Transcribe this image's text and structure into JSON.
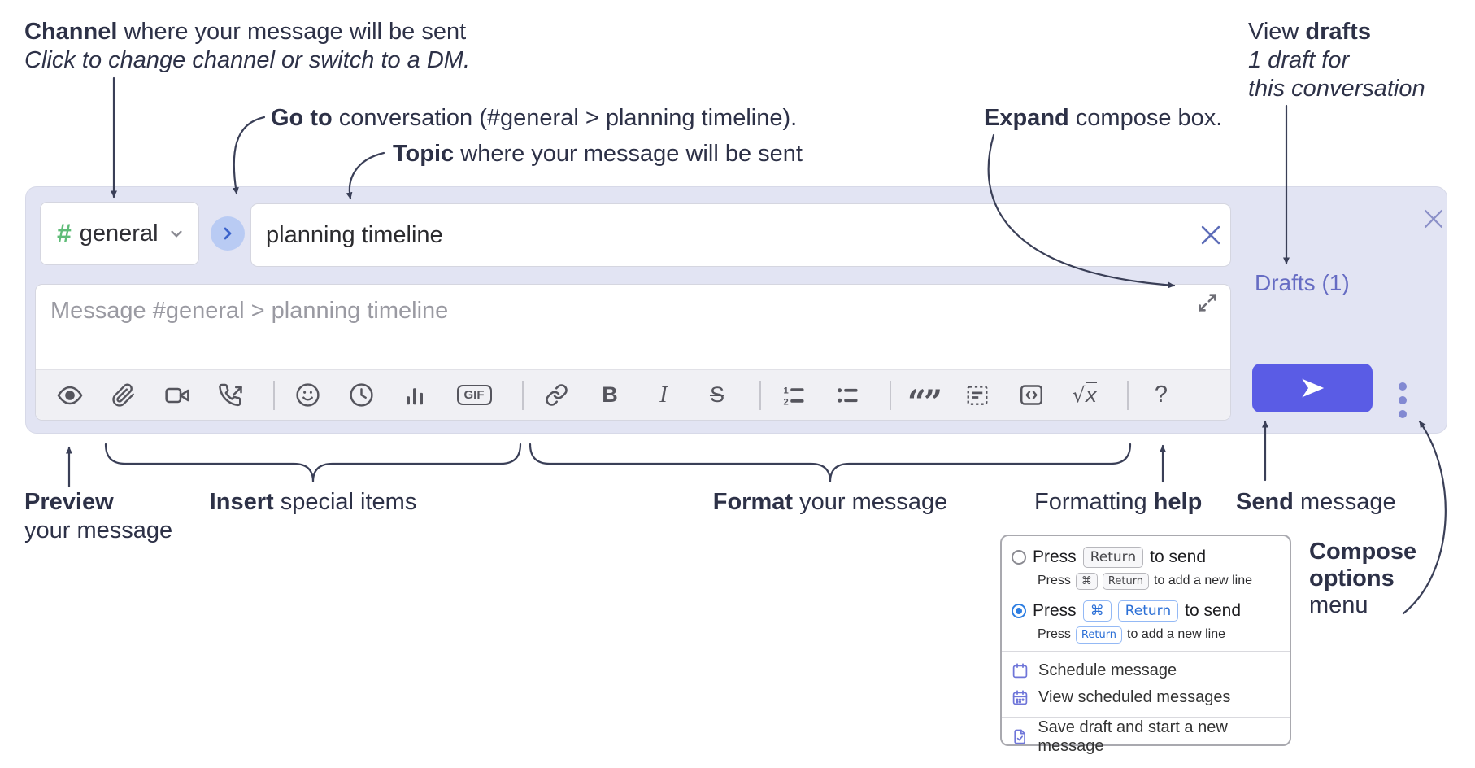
{
  "annotations": {
    "channel": {
      "bold": "Channel",
      "rest": " where your message will be sent",
      "line2": "Click to change channel or switch to a DM."
    },
    "goto": {
      "bold": "Go to",
      "rest": " conversation (#general > planning timeline)."
    },
    "topic": {
      "bold": "Topic",
      "rest": " where your message will be sent"
    },
    "expand": {
      "bold": "Expand",
      "rest": " compose box."
    },
    "view_drafts": {
      "pre": "View ",
      "bold": "drafts",
      "line2": "1 draft for",
      "line3": "this conversation"
    },
    "preview": {
      "bold": "Preview",
      "line2": "your message"
    },
    "insert": {
      "bold": "Insert",
      "rest": " special items"
    },
    "format": {
      "bold": "Format",
      "rest": " your message"
    },
    "formatting_help": {
      "pre": "Formatting ",
      "bold": "help"
    },
    "send": {
      "bold": "Send",
      "rest": " message"
    },
    "compose_options": {
      "line1": "Compose",
      "line2": "options",
      "line3": "menu"
    }
  },
  "compose": {
    "hash": "#",
    "channel": "general",
    "topic_value": "planning timeline",
    "placeholder": "Message #general > planning timeline",
    "drafts_link": "Drafts (1)"
  },
  "glyphs": {
    "bold": "B",
    "italic": "I",
    "strike": "S",
    "gif": "GIF",
    "quote": "“”",
    "math_root": "√",
    "math_x": "x",
    "help": "?"
  },
  "popup": {
    "opt1": {
      "press": "Press",
      "kbd1": "Return",
      "tail": "to send",
      "sub_press": "Press",
      "sub_kbd1": "⌘",
      "sub_kbd2": "Return",
      "sub_tail": "to add a new line"
    },
    "opt2": {
      "press": "Press",
      "kbd1": "⌘",
      "kbd2": "Return",
      "tail": "to send",
      "sub_press": "Press",
      "sub_kbd1": "Return",
      "sub_tail": "to add a new line"
    },
    "items": [
      {
        "label": "Schedule message"
      },
      {
        "label": "View scheduled messages"
      },
      {
        "label": "Save draft and start a new message"
      }
    ]
  },
  "colors": {
    "compose_bg": "#e2e4f3",
    "send_button": "#5a5ce5",
    "drafts_link": "#666cc3",
    "hash_green": "#5fbc78",
    "annotation": "#2d3147",
    "radio_selected": "#2d7ee2",
    "kbd_blue": "#2b6fd6",
    "menu_icon": "#6f76d9",
    "toolbar_icon": "#55555d",
    "go_circle": "#b9cbf3",
    "go_chevron": "#3b63cc"
  }
}
